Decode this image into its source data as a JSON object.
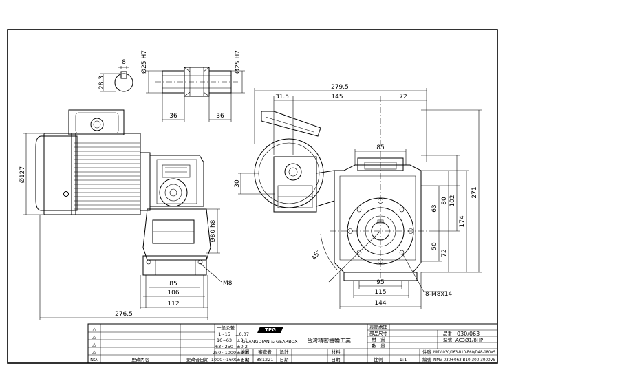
{
  "dimensions": {
    "key_width": "8",
    "key_height": "28.3",
    "shaft_dia_left": "Ø25 H7",
    "shaft_dia_right": "Ø25 H7",
    "shaft_len_left": "36",
    "shaft_len_right": "36",
    "motor_dia": "Ø127",
    "flange_dia": "Ø80 h8",
    "base_85": "85",
    "base_106": "106",
    "base_112": "112",
    "overall_276": "276.5",
    "thread_m8": "M8",
    "top_2795": "279.5",
    "top_315": "31.5",
    "top_145": "145",
    "top_72": "72",
    "side_30": "30",
    "front_85": "85",
    "v_63": "63",
    "v_80": "80",
    "v_102": "102",
    "v_174": "174",
    "v_271": "271",
    "v_50": "50",
    "v_72": "72",
    "angle_45": "45°",
    "bolt_note": "8-M8x14",
    "front_95": "95",
    "front_115": "115",
    "front_144": "144"
  },
  "title_block": {
    "tolerance_header": "一般公差",
    "tol_rows": [
      {
        "range": "1~15",
        "tol": "±0.07"
      },
      {
        "range": "16~63",
        "tol": "±0.1"
      },
      {
        "range": "63~250",
        "tol": "±0.2"
      },
      {
        "range": "250~1000",
        "tol": "±0.3"
      },
      {
        "range": "1000~1600",
        "tol": "±0.5"
      }
    ],
    "company_name": "台灣精密齒輪工業",
    "company_logo_text": "TPG",
    "company_sub": "GUANGDIAN & GEARBOX",
    "rev_header": "NO.",
    "rev_content": "更改內容",
    "rev_date": "更改者日期",
    "labels": {
      "drawn": "繪圖",
      "checked": "審查者",
      "designed": "設計",
      "date": "日期",
      "date_value": "881221",
      "date2": "日期",
      "part": "材料",
      "date3": "日期",
      "surface": "表面處理",
      "assembly": "部品尺寸",
      "material": "材　質",
      "qty": "數　量",
      "scale": "比例",
      "scale_value": "1:1",
      "part_no_label": "品番",
      "part_no": "030/063",
      "model_label": "型號",
      "model": "AC3Ø1/8HP",
      "name_label": "件號",
      "name": "NMV-030/063-B10-B60/D48-080VS",
      "code_label": "編號",
      "code": "NMV-030+063-B10-300-3000VS"
    },
    "triangle": "△"
  }
}
